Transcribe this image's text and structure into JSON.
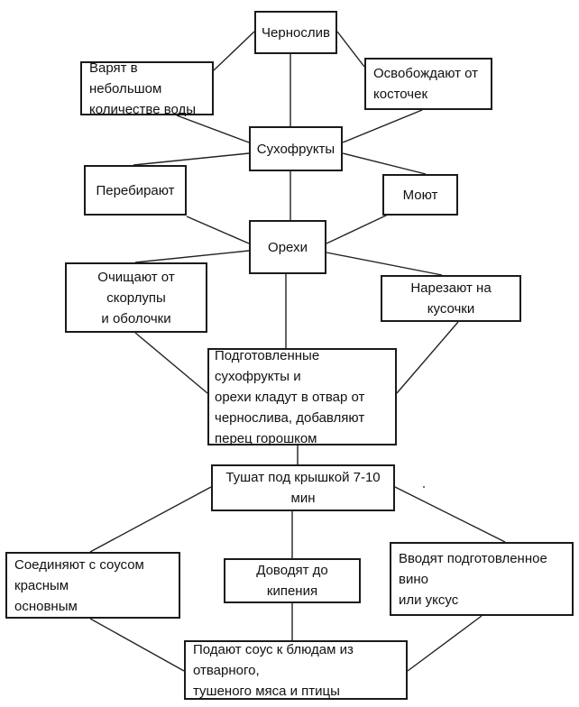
{
  "diagram": {
    "nodes": {
      "prunes": "Чернослив",
      "boil_small_water": [
        "Варят в небольшом",
        "количестве воды"
      ],
      "remove_pits": [
        "Освобождают от",
        "косточек"
      ],
      "dried_fruits": "Сухофрукты",
      "sort": "Перебирают",
      "wash": "Моют",
      "nuts": "Орехи",
      "shell": [
        "Очищают от скорлупы",
        "и оболочки"
      ],
      "slice": "Нарезают на кусочки",
      "prepared": [
        "Подготовленные сухофрукты и",
        "орехи кладут в отвар от",
        "чернослива, добавляют",
        "перец горошком"
      ],
      "stew": "Тушат под крышкой 7-10 мин",
      "combine": [
        "Соединяют с соусом красным",
        "основным"
      ],
      "bring_to_boil": "Доводят до кипения",
      "add_wine": [
        "Вводят подготовленное вино",
        "или уксус"
      ],
      "serve": [
        "Подают соус к блюдам из отварного,",
        "тушеного мяса и птицы"
      ]
    },
    "edges": [
      [
        "prunes",
        "boil_small_water"
      ],
      [
        "prunes",
        "remove_pits"
      ],
      [
        "prunes",
        "dried_fruits"
      ],
      [
        "boil_small_water",
        "dried_fruits"
      ],
      [
        "remove_pits",
        "dried_fruits"
      ],
      [
        "dried_fruits",
        "sort"
      ],
      [
        "dried_fruits",
        "wash"
      ],
      [
        "dried_fruits",
        "nuts"
      ],
      [
        "sort",
        "nuts"
      ],
      [
        "wash",
        "nuts"
      ],
      [
        "nuts",
        "shell"
      ],
      [
        "nuts",
        "slice"
      ],
      [
        "nuts",
        "prepared"
      ],
      [
        "shell",
        "prepared"
      ],
      [
        "slice",
        "prepared"
      ],
      [
        "prepared",
        "stew"
      ],
      [
        "stew",
        "combine"
      ],
      [
        "stew",
        "bring_to_boil"
      ],
      [
        "stew",
        "add_wine"
      ],
      [
        "combine",
        "serve"
      ],
      [
        "bring_to_boil",
        "serve"
      ],
      [
        "add_wine",
        "serve"
      ]
    ]
  },
  "colors": {
    "line": "#222222",
    "border": "#1a1a1a",
    "text": "#111111",
    "background": "#ffffff"
  }
}
